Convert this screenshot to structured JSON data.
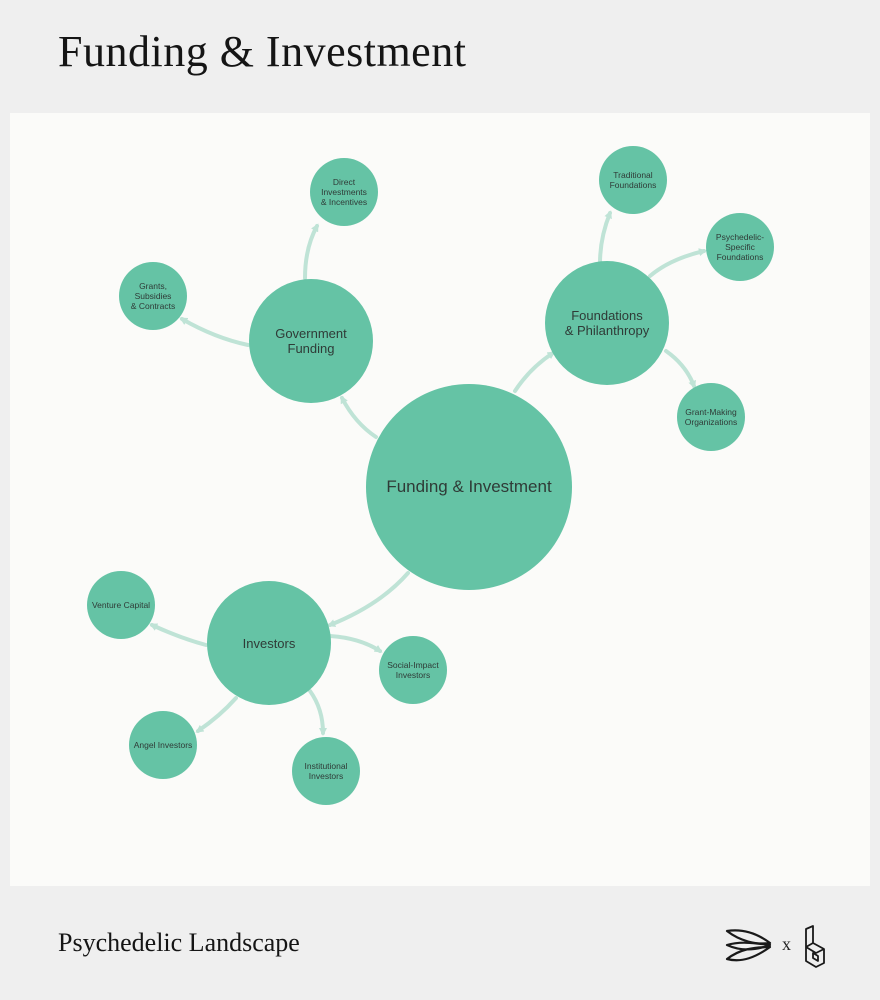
{
  "header": {
    "title": "Funding & Investment"
  },
  "footer": {
    "text": "Psychedelic Landscape",
    "separator": "x"
  },
  "colors": {
    "node": "#65c3a5",
    "link": "#bfe3d6",
    "canvas": "#fbfbf9"
  },
  "diagram": {
    "root": "Funding & Investment",
    "branches": {
      "government": {
        "label": "Government\nFunding",
        "children": [
          "Direct Investments\n& Incentives",
          "Grants, Subsidies\n& Contracts"
        ]
      },
      "foundations": {
        "label": "Foundations\n& Philanthropy",
        "children": [
          "Traditional\nFoundations",
          "Psychedelic-\nSpecific Foundations",
          "Grant-Making\nOrganizations"
        ]
      },
      "investors": {
        "label": "Investors",
        "children": [
          "Venture Capital",
          "Social-Impact\nInvestors",
          "Angel Investors",
          "Institutional\nInvestors"
        ]
      }
    }
  }
}
